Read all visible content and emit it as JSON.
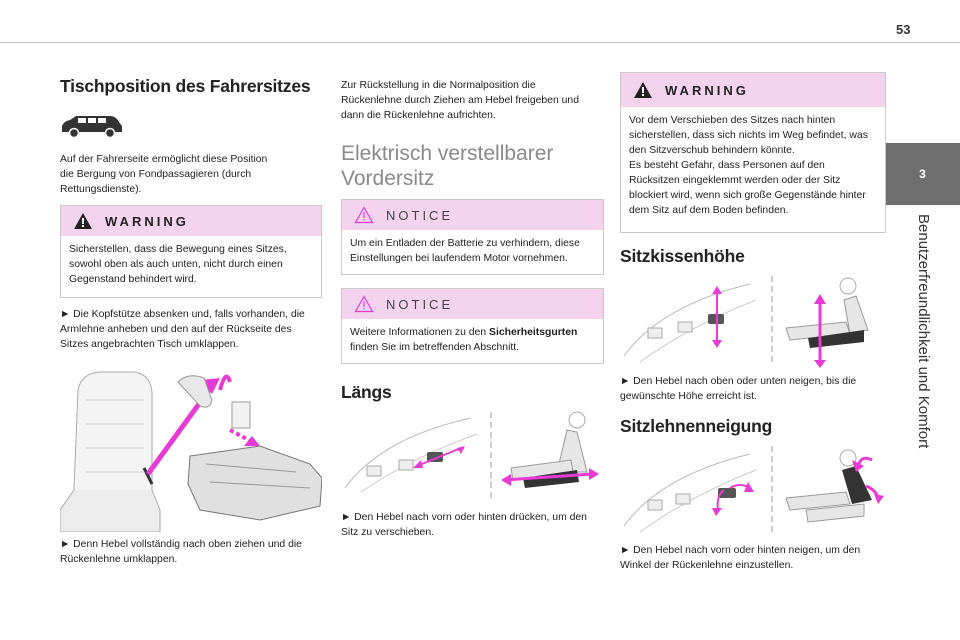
{
  "page_number": "53",
  "chapter": {
    "tab_number": "3",
    "title": "Benutzerfreundlichkeit und Komfort"
  },
  "col1": {
    "heading": "Tischposition des Fahrersitzes",
    "intro_lines": [
      "Auf der Fahrerseite ermöglicht diese Position",
      "die Bergung von Fondpassagieren (durch",
      "Rettungsdienste)."
    ],
    "warning": {
      "label": "WARNING",
      "lines": [
        "Sicherstellen, dass die Bewegung eines Sitzes,",
        "sowohl oben als auch unten, nicht durch einen",
        "Gegenstand behindert wird."
      ]
    },
    "step1_lines": [
      "► Die Kopfstütze absenken und, falls vorhanden, die",
      "Armlehne anheben und den auf der Rückseite des",
      "Sitzes angebrachten Tisch umklappen."
    ],
    "step2_lines": [
      "► Denn Hebel vollständig nach oben ziehen und die",
      "Rückenlehne umklappen."
    ]
  },
  "col2": {
    "reset_lines": [
      "Zur Rückstellung in die Normalposition die",
      "Rückenlehne durch Ziehen am Hebel freigeben und",
      "dann die Rückenlehne aufrichten."
    ],
    "heading_lines": [
      "Elektrisch verstellbarer",
      "Vordersitz"
    ],
    "notice1": {
      "label": "NOTICE",
      "lines": [
        "Um ein Entladen der Batterie zu verhindern, diese",
        "Einstellungen bei laufendem Motor vornehmen."
      ]
    },
    "notice2": {
      "label": "NOTICE",
      "line1_prefix": "Weitere Informationen zu den ",
      "line1_bold": "Sicherheitsgurten",
      "line2": "finden Sie im betreffenden Abschnitt."
    },
    "laengs_heading": "Längs",
    "laengs_lines": [
      "► Den Hebel nach vorn oder hinten drücken, um den",
      "Sitz zu verschieben."
    ]
  },
  "col3": {
    "warning": {
      "label": "WARNING",
      "lines": [
        "Vor dem Verschieben des Sitzes nach hinten",
        "sicherstellen, dass sich nichts im Weg befindet, was",
        "den Sitzverschub behindern könnte.",
        "Es besteht Gefahr, dass Personen auf den",
        "Rücksitzen eingeklemmt werden oder der Sitz",
        "blockiert wird, wenn sich große Gegenstände hinter",
        "dem Sitz auf dem Boden befinden."
      ]
    },
    "sitzkissen_heading": "Sitzkissenhöhe",
    "sitzkissen_lines": [
      "► Den Hebel nach oben oder unten neigen, bis die",
      "gewünschte Höhe erreicht ist."
    ],
    "sitzlehne_heading": "Sitzlehnenneigung",
    "sitzlehne_lines": [
      "► Den Hebel nach vorn oder hinten neigen, um den",
      "Winkel der Rückenlehne einzustellen."
    ]
  },
  "colors": {
    "accent_magenta": "#e83ad4",
    "callout_bg": "#f4d3ef",
    "tab_gray": "#6e6e6e"
  }
}
